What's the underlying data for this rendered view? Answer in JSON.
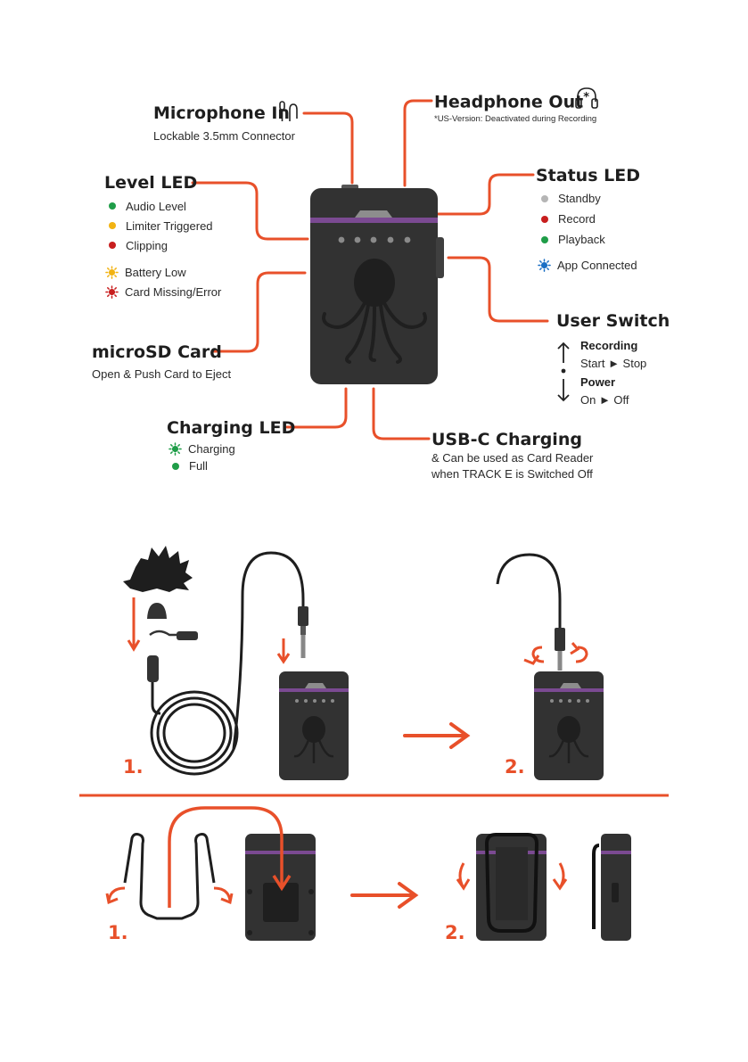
{
  "colors": {
    "accent": "#e8502a",
    "device": "#323232",
    "stripe": "#7b4a92",
    "led_green": "#1f9d48",
    "led_yellow": "#f2b313",
    "led_red": "#c81e1e",
    "led_grey": "#b5b5b5",
    "led_blue": "#1a6fc4"
  },
  "diagram": {
    "microphone_in": {
      "title": "Microphone In",
      "subtitle": "Lockable 3.5mm Connector",
      "icon": "lavalier-mic-icon"
    },
    "headphone_out": {
      "title": "Headphone Out",
      "asterisk": "*",
      "note": "*US-Version: Deactivated during Recording",
      "icon": "headphones-icon"
    },
    "level_led": {
      "title": "Level LED",
      "items": [
        {
          "label": "Audio Level",
          "color": "#1f9d48",
          "icon": "dot"
        },
        {
          "label": "Limiter Triggered",
          "color": "#f2b313",
          "icon": "dot"
        },
        {
          "label": "Clipping",
          "color": "#c81e1e",
          "icon": "dot"
        },
        {
          "label": "Battery Low",
          "color": "#f2b313",
          "icon": "blink-icon"
        },
        {
          "label": "Card Missing/Error",
          "color": "#c81e1e",
          "icon": "blink-icon"
        }
      ]
    },
    "status_led": {
      "title": "Status LED",
      "items": [
        {
          "label": "Standby",
          "color": "#b5b5b5",
          "icon": "dot"
        },
        {
          "label": "Record",
          "color": "#c81e1e",
          "icon": "dot"
        },
        {
          "label": "Playback",
          "color": "#1f9d48",
          "icon": "dot"
        },
        {
          "label": "App Connected",
          "color": "#1a6fc4",
          "icon": "blink-icon"
        }
      ]
    },
    "microsd_card": {
      "title": "microSD Card",
      "subtitle": "Open & Push Card to Eject"
    },
    "user_switch": {
      "title": "User Switch",
      "up": {
        "label": "Recording",
        "action": "Start ► Stop"
      },
      "down": {
        "label": "Power",
        "action": "On ► Off"
      }
    },
    "charging_led": {
      "title": "Charging LED",
      "items": [
        {
          "label": "Charging",
          "color": "#1f9d48",
          "icon": "blink-icon"
        },
        {
          "label": "Full",
          "color": "#1f9d48",
          "icon": "dot"
        }
      ]
    },
    "usb_c": {
      "title": "USB-C Charging",
      "line1": "& Can be used as Card Reader",
      "line2": "when TRACK E is Switched Off"
    }
  },
  "steps": {
    "step1": "1.",
    "step2": "2."
  }
}
